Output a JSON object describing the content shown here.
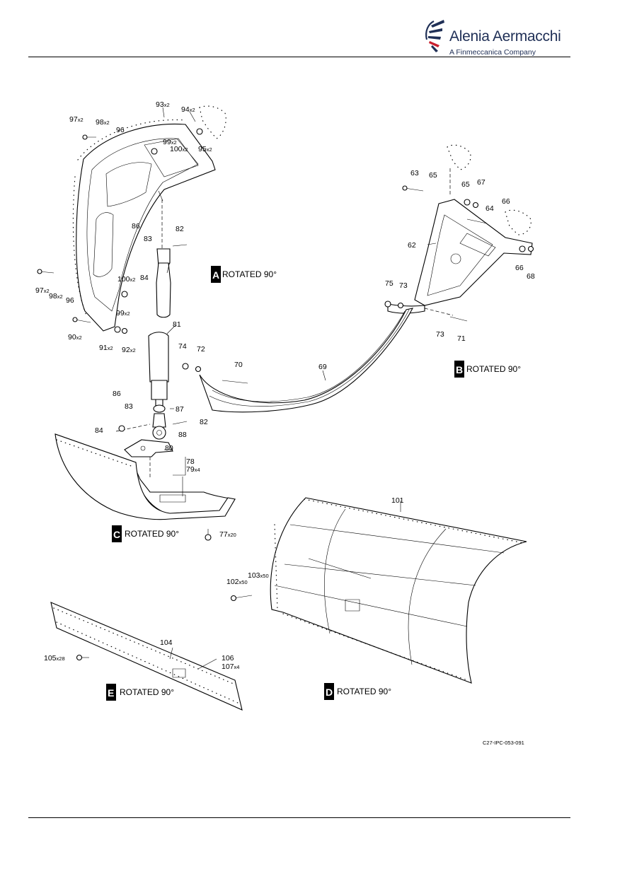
{
  "header": {
    "brand_name": "Alenia Aermacchi",
    "brand_subtitle": "A Finmeccanica Company"
  },
  "views": [
    {
      "letter": "A",
      "caption": "ROTATED 90°"
    },
    {
      "letter": "B",
      "caption": "ROTATED 90°"
    },
    {
      "letter": "C",
      "caption": "ROTATED 90°"
    },
    {
      "letter": "D",
      "caption": "ROTATED 90°"
    },
    {
      "letter": "E",
      "caption": "ROTATED 90°"
    }
  ],
  "callouts": [
    {
      "id": "93",
      "qty": "x2"
    },
    {
      "id": "94",
      "qty": "x2"
    },
    {
      "id": "97",
      "qty": "x2"
    },
    {
      "id": "98",
      "qty": "x2"
    },
    {
      "id": "96",
      "qty": ""
    },
    {
      "id": "99",
      "qty": "x2"
    },
    {
      "id": "100",
      "qty": "x2"
    },
    {
      "id": "95",
      "qty": "x2"
    },
    {
      "id": "86",
      "qty": ""
    },
    {
      "id": "82",
      "qty": ""
    },
    {
      "id": "83",
      "qty": ""
    },
    {
      "id": "84",
      "qty": ""
    },
    {
      "id": "97",
      "qty": "x2"
    },
    {
      "id": "98",
      "qty": "x2"
    },
    {
      "id": "96",
      "qty": ""
    },
    {
      "id": "100",
      "qty": "x2"
    },
    {
      "id": "99",
      "qty": "x2"
    },
    {
      "id": "90",
      "qty": "x2"
    },
    {
      "id": "91",
      "qty": "x2"
    },
    {
      "id": "92",
      "qty": "x2"
    },
    {
      "id": "81",
      "qty": ""
    },
    {
      "id": "86",
      "qty": ""
    },
    {
      "id": "83",
      "qty": ""
    },
    {
      "id": "87",
      "qty": ""
    },
    {
      "id": "84",
      "qty": ""
    },
    {
      "id": "82",
      "qty": ""
    },
    {
      "id": "88",
      "qty": ""
    },
    {
      "id": "80",
      "qty": ""
    },
    {
      "id": "78",
      "qty": ""
    },
    {
      "id": "79",
      "qty": "x4"
    },
    {
      "id": "77",
      "qty": "x20"
    },
    {
      "id": "63",
      "qty": ""
    },
    {
      "id": "65",
      "qty": ""
    },
    {
      "id": "65",
      "qty": ""
    },
    {
      "id": "67",
      "qty": ""
    },
    {
      "id": "66",
      "qty": ""
    },
    {
      "id": "64",
      "qty": ""
    },
    {
      "id": "62",
      "qty": ""
    },
    {
      "id": "66",
      "qty": ""
    },
    {
      "id": "68",
      "qty": ""
    },
    {
      "id": "75",
      "qty": ""
    },
    {
      "id": "73",
      "qty": ""
    },
    {
      "id": "73",
      "qty": ""
    },
    {
      "id": "71",
      "qty": ""
    },
    {
      "id": "74",
      "qty": ""
    },
    {
      "id": "72",
      "qty": ""
    },
    {
      "id": "70",
      "qty": ""
    },
    {
      "id": "69",
      "qty": ""
    },
    {
      "id": "101",
      "qty": ""
    },
    {
      "id": "103",
      "qty": "x50"
    },
    {
      "id": "102",
      "qty": "x50"
    },
    {
      "id": "104",
      "qty": ""
    },
    {
      "id": "106",
      "qty": ""
    },
    {
      "id": "107",
      "qty": "x4"
    },
    {
      "id": "105",
      "qty": "x28"
    }
  ],
  "figure_ref": "C27-IPC-053-091"
}
